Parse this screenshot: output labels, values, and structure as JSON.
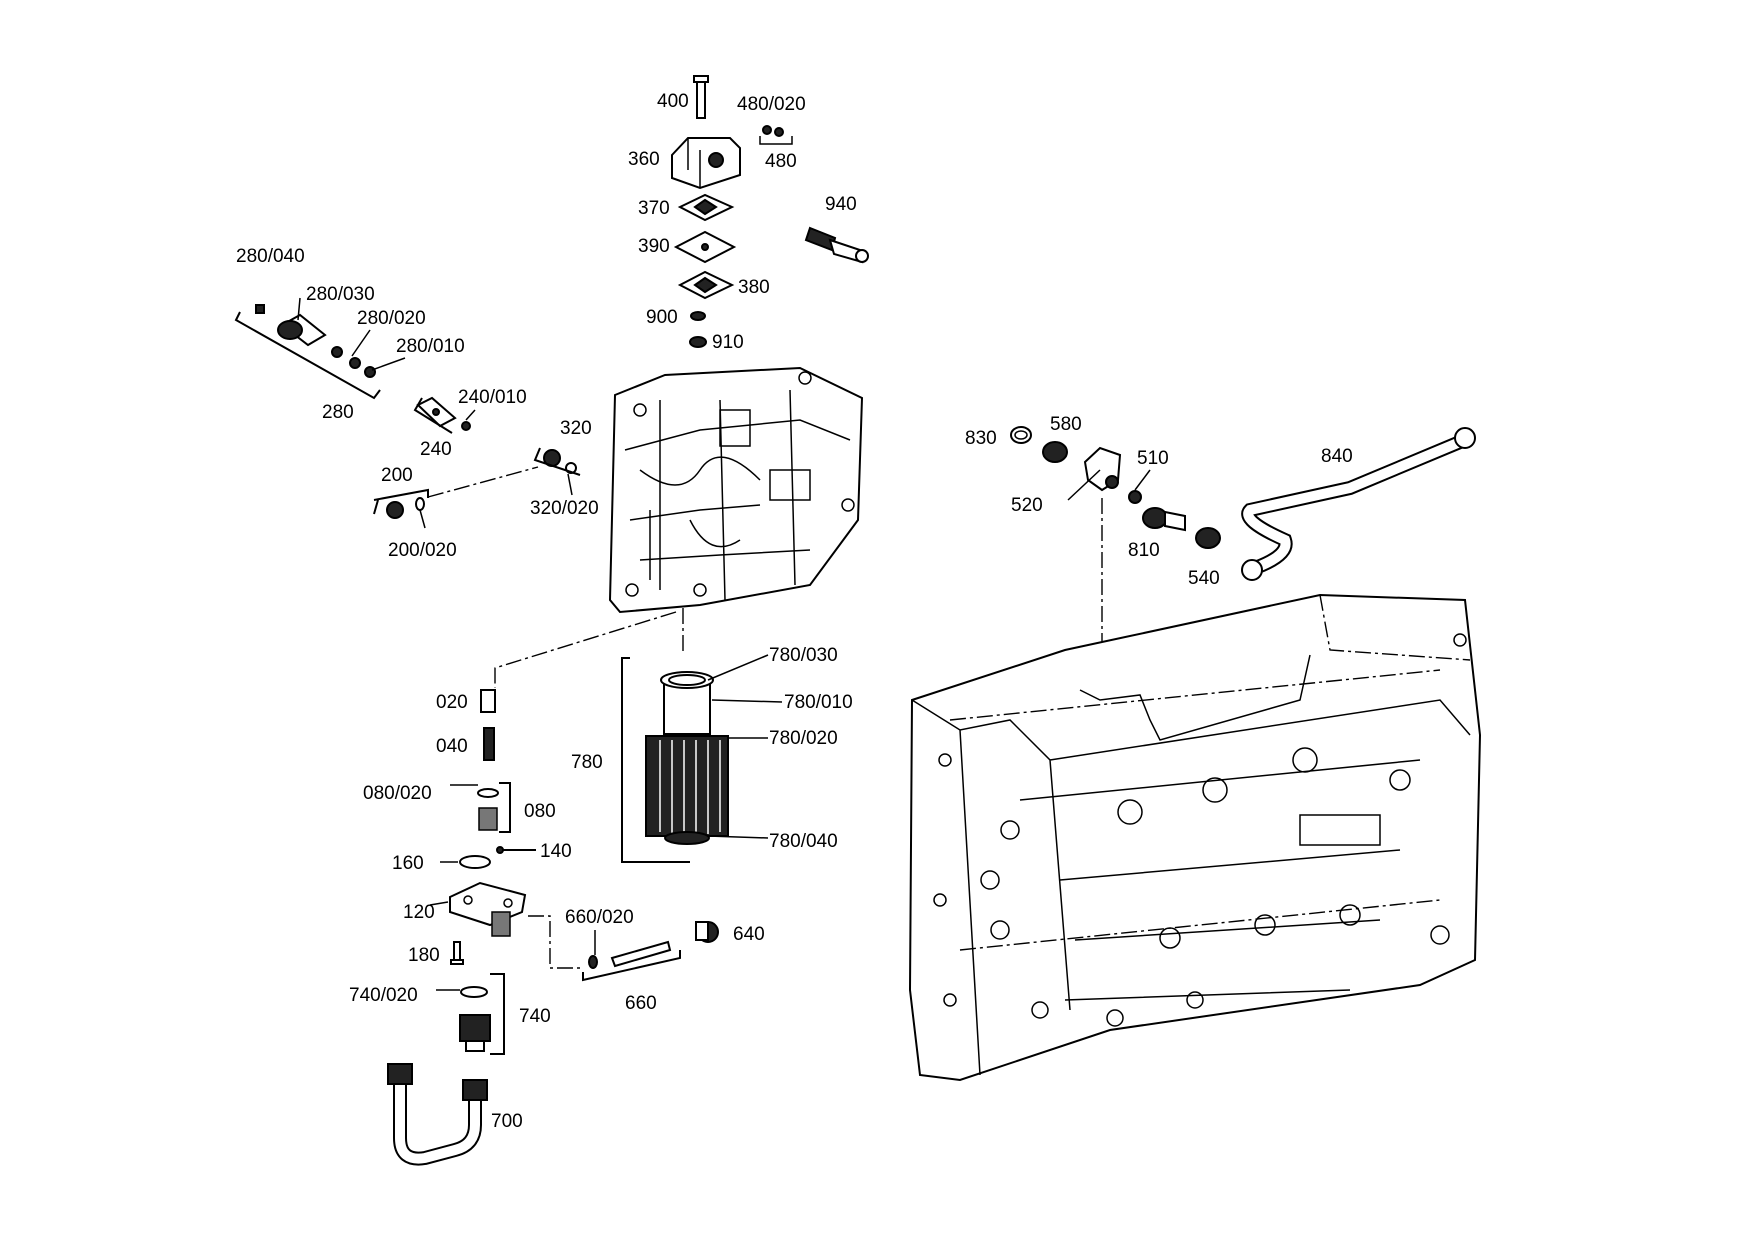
{
  "labels": {
    "p400": "400",
    "p480_020": "480/020",
    "p480": "480",
    "p360": "360",
    "p940": "940",
    "p370": "370",
    "p390": "390",
    "p380": "380",
    "p900": "900",
    "p910": "910",
    "p280_040": "280/040",
    "p280_030": "280/030",
    "p280_020": "280/020",
    "p280_010": "280/010",
    "p280": "280",
    "p240_010": "240/010",
    "p240": "240",
    "p320": "320",
    "p200": "200",
    "p320_020": "320/020",
    "p200_020": "200/020",
    "p830": "830",
    "p580": "580",
    "p510": "510",
    "p520": "520",
    "p810": "810",
    "p540": "540",
    "p840": "840",
    "p780_030": "780/030",
    "p780_010": "780/010",
    "p780_020": "780/020",
    "p780": "780",
    "p780_040": "780/040",
    "p020": "020",
    "p040": "040",
    "p080_020": "080/020",
    "p080": "080",
    "p140": "140",
    "p160": "160",
    "p120": "120",
    "p660_020": "660/020",
    "p640": "640",
    "p180": "180",
    "p660": "660",
    "p740_020": "740/020",
    "p740": "740",
    "p700": "700"
  }
}
